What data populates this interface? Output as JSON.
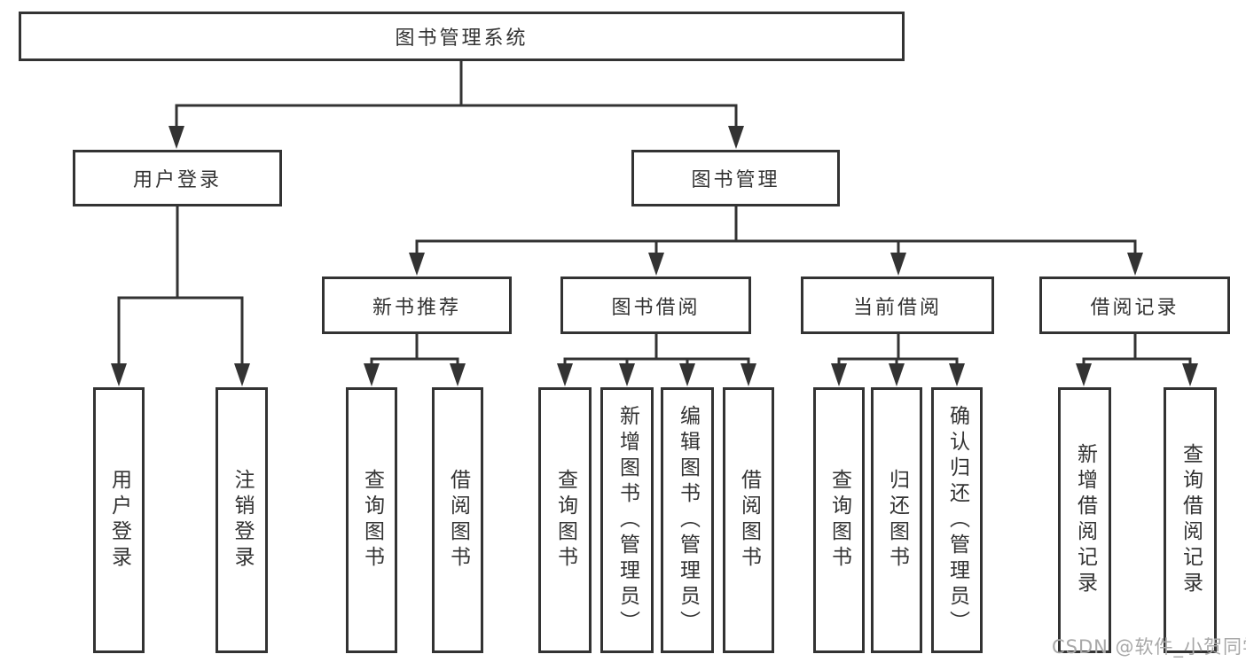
{
  "diagram": {
    "root": "图书管理系统",
    "level1": [
      {
        "label": "用户登录",
        "children": [
          {
            "label": "用户登录"
          },
          {
            "label": "注销登录"
          }
        ]
      },
      {
        "label": "图书管理",
        "children": [
          {
            "label": "新书推荐",
            "children": [
              {
                "label": "查询图书"
              },
              {
                "label": "借阅图书"
              }
            ]
          },
          {
            "label": "图书借阅",
            "children": [
              {
                "label": "查询图书"
              },
              {
                "label": "新增图书（管理员）"
              },
              {
                "label": "编辑图书（管理员）"
              },
              {
                "label": "借阅图书"
              }
            ]
          },
          {
            "label": "当前借阅",
            "children": [
              {
                "label": "查询图书"
              },
              {
                "label": "归还图书"
              },
              {
                "label": "确认归还（管理员）"
              }
            ]
          },
          {
            "label": "借阅记录",
            "children": [
              {
                "label": "新增借阅记录"
              },
              {
                "label": "查询借阅记录"
              }
            ]
          }
        ]
      }
    ]
  },
  "watermark": {
    "text": "CSDN @软件_小贺同学",
    "color": "#a8a8a8"
  },
  "colors": {
    "line": "#333333",
    "border": "#333333",
    "text": "#333333",
    "background": "#ffffff"
  }
}
